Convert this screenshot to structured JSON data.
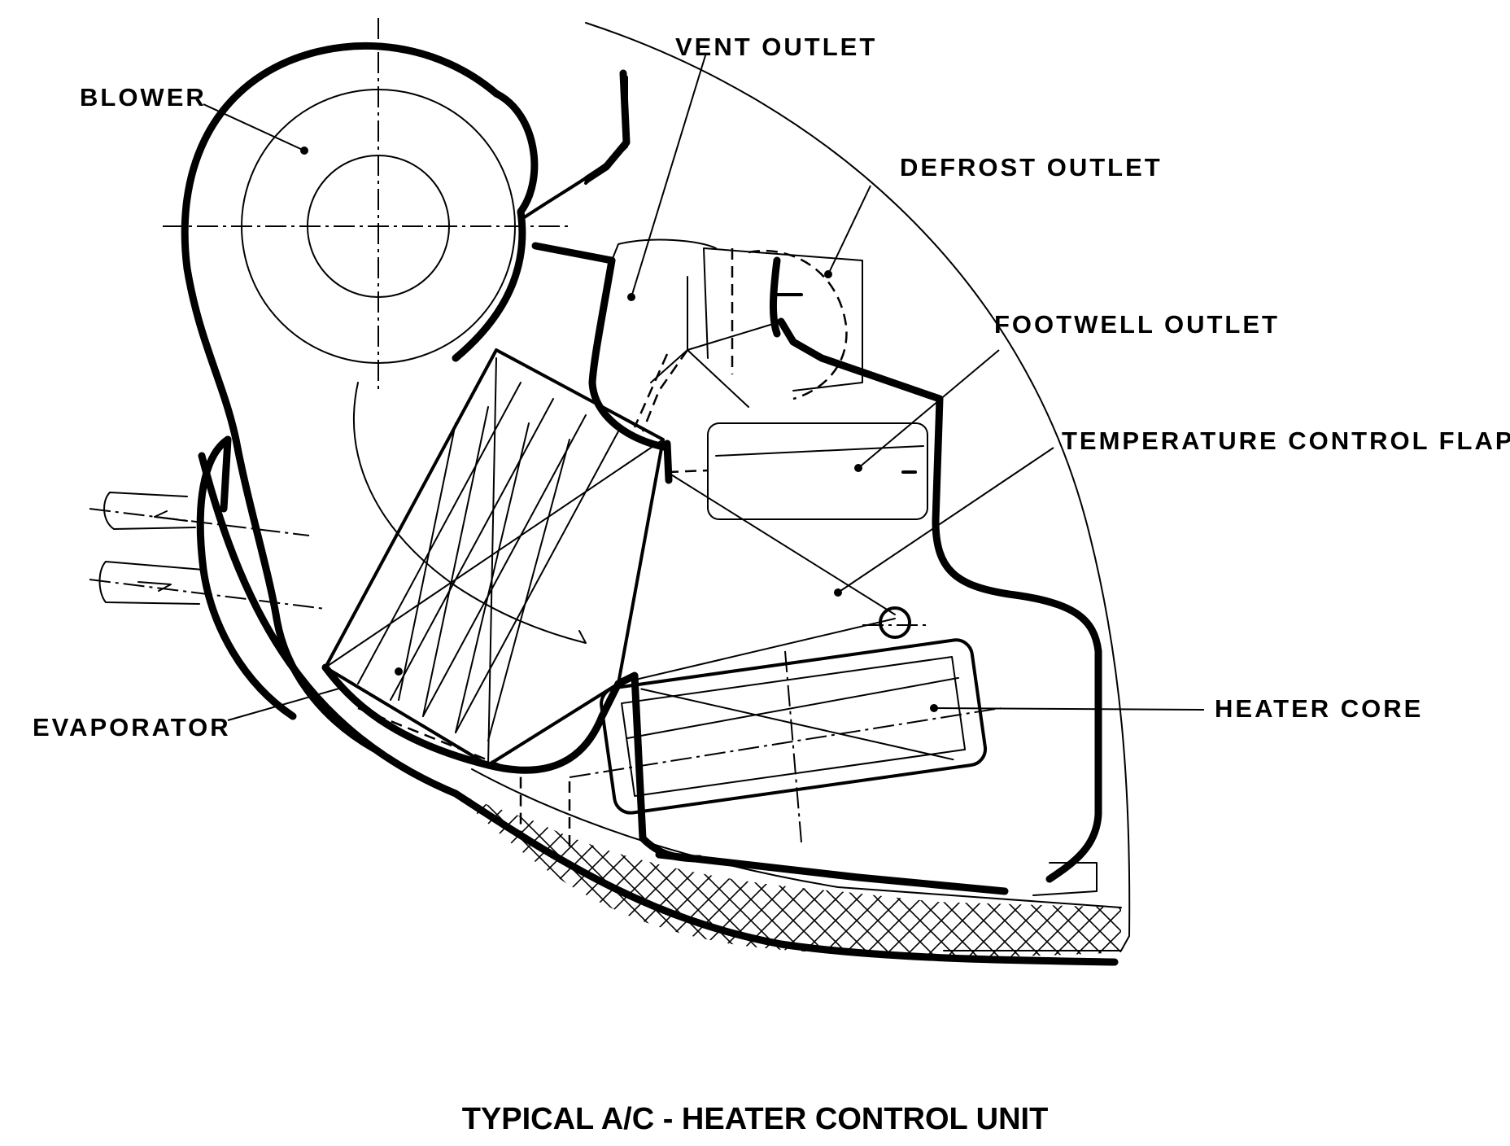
{
  "labels": {
    "blower": "BLOWER",
    "vent_outlet": "VENT OUTLET",
    "defrost_outlet": "DEFROST OUTLET",
    "footwell_outlet": "FOOTWELL OUTLET",
    "temperature_control_flap": "TEMPERATURE CONTROL FLAP",
    "heater_core": "HEATER CORE",
    "evaporator": "EVAPORATOR"
  },
  "caption": "TYPICAL A/C - HEATER CONTROL UNIT",
  "colors": {
    "ink": "#000000",
    "background": "#ffffff"
  }
}
